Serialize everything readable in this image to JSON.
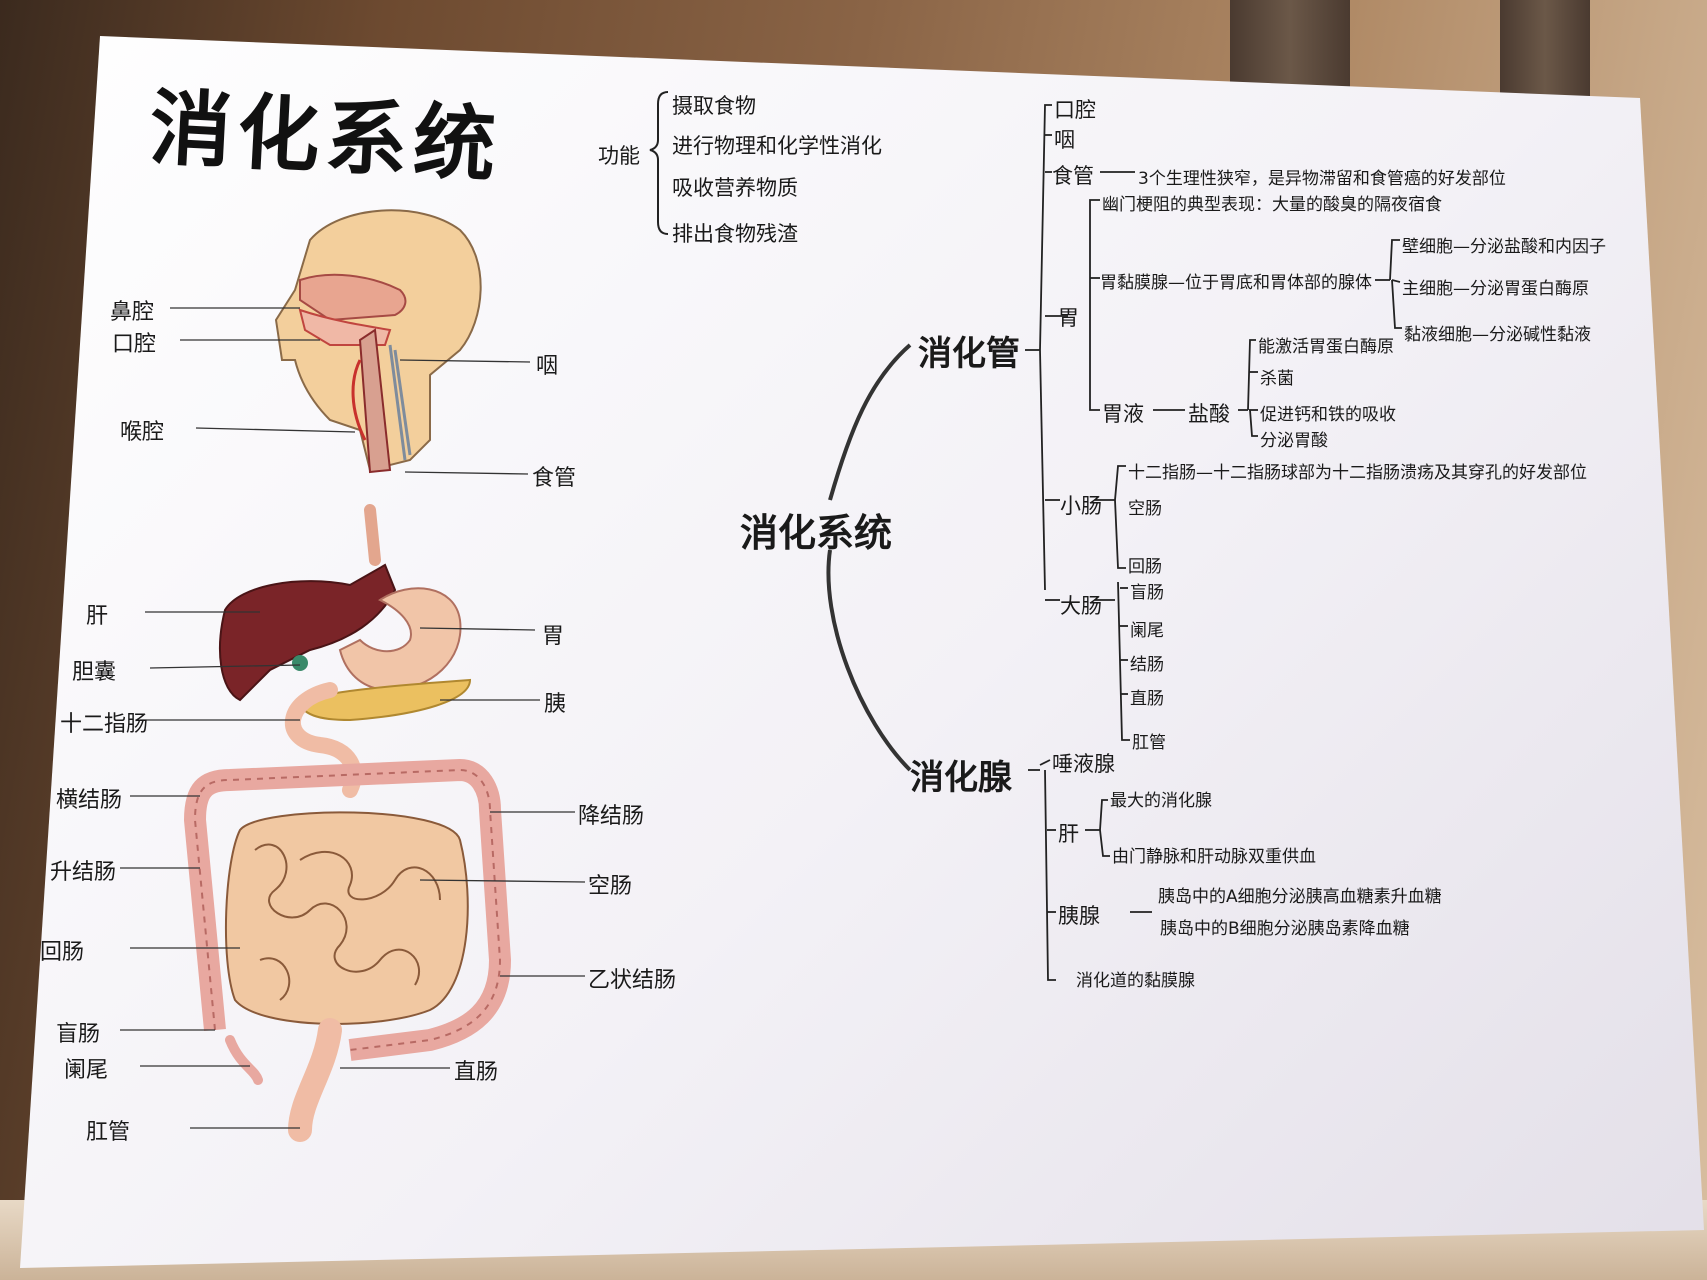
{
  "title": "消化系统",
  "function": {
    "label": "功能",
    "items": [
      "摄取食物",
      "进行物理和化学性消化",
      "吸收营养物质",
      "排出食物残渣"
    ]
  },
  "anatomy_labels": {
    "nasal_cavity": "鼻腔",
    "oral_cavity": "口腔",
    "pharynx": "咽",
    "laryngeal_cavity": "喉腔",
    "esophagus": "食管",
    "liver": "肝",
    "stomach": "胃",
    "gallbladder": "胆囊",
    "pancreas": "胰",
    "duodenum": "十二指肠",
    "transverse_colon": "横结肠",
    "descending_colon": "降结肠",
    "ascending_colon": "升结肠",
    "jejunum": "空肠",
    "ileum": "回肠",
    "sigmoid_colon": "乙状结肠",
    "cecum": "盲肠",
    "appendix": "阑尾",
    "rectum": "直肠",
    "anal_canal": "肛管"
  },
  "mindmap": {
    "center": "消化系统",
    "tract": {
      "label": "消化管",
      "mouth": "口腔",
      "pharynx": "咽",
      "esophagus": {
        "label": "食管",
        "note": "3个生理性狭窄，是异物滞留和食管癌的好发部位"
      },
      "stomach": {
        "label": "胃",
        "pyloric": "幽门梗阻的典型表现：大量的酸臭的隔夜宿食",
        "mucosa": {
          "label": "胃黏膜腺—位于胃底和胃体部的腺体",
          "cells": [
            "壁细胞—分泌盐酸和内因子",
            "主细胞—分泌胃蛋白酶原",
            "黏液细胞—分泌碱性黏液"
          ]
        },
        "juice": {
          "label": "胃液",
          "acid": "盐酸",
          "effects": [
            "能激活胃蛋白酶原",
            "杀菌",
            "促进钙和铁的吸收",
            "分泌胃酸"
          ]
        }
      },
      "small_intestine": {
        "label": "小肠",
        "parts": [
          "十二指肠—十二指肠球部为十二指肠溃疡及其穿孔的好发部位",
          "空肠",
          "回肠"
        ]
      },
      "large_intestine": {
        "label": "大肠",
        "parts": [
          "盲肠",
          "阑尾",
          "结肠",
          "直肠",
          "肛管"
        ]
      }
    },
    "glands": {
      "label": "消化腺",
      "saliva": "唾液腺",
      "liver": {
        "label": "肝",
        "notes": [
          "最大的消化腺",
          "由门静脉和肝动脉双重供血"
        ]
      },
      "pancreas": {
        "label": "胰腺",
        "notes": [
          "胰岛中的A细胞分泌胰高血糖素升血糖",
          "胰岛中的B细胞分泌胰岛素降血糖"
        ]
      },
      "mucosal": "消化道的黏膜腺"
    }
  }
}
